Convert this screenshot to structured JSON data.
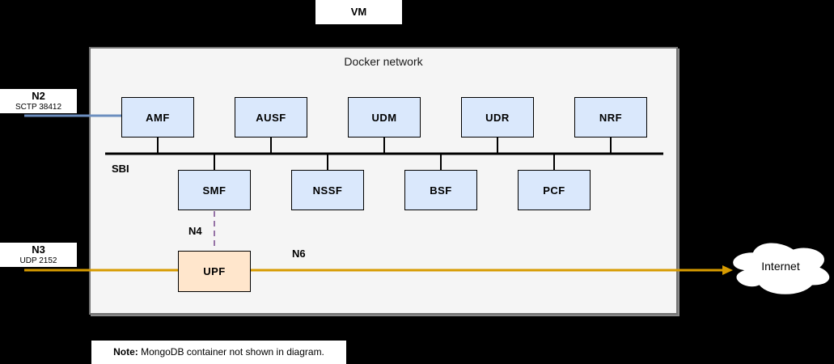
{
  "vm": {
    "label": "VM"
  },
  "docker": {
    "title": "Docker network",
    "sbi_label": "SBI"
  },
  "nf_top_row": [
    {
      "label": "AMF"
    },
    {
      "label": "AUSF"
    },
    {
      "label": "UDM"
    },
    {
      "label": "UDR"
    },
    {
      "label": "NRF"
    }
  ],
  "nf_bottom_row": [
    {
      "label": "SMF"
    },
    {
      "label": "NSSF"
    },
    {
      "label": "BSF"
    },
    {
      "label": "PCF"
    }
  ],
  "upf": {
    "label": "UPF"
  },
  "interfaces": {
    "n2": {
      "name": "N2",
      "detail": "SCTP 38412"
    },
    "n3": {
      "name": "N3",
      "detail": "UDP 2152"
    },
    "n4": {
      "name": "N4"
    },
    "n6": {
      "name": "N6"
    }
  },
  "internet": {
    "label": "Internet"
  },
  "note": {
    "prefix": "Note:",
    "text": " MongoDB container not shown in diagram."
  },
  "colors": {
    "background": "#000000",
    "docker_fill": "#f5f5f5",
    "nf_fill": "#dae8fc",
    "upf_fill": "#ffe6cc",
    "n2_line": "#6c8ebf",
    "n3_n6_line": "#d79b00",
    "n4_line": "#9673a6",
    "bus_line": "#000000"
  }
}
